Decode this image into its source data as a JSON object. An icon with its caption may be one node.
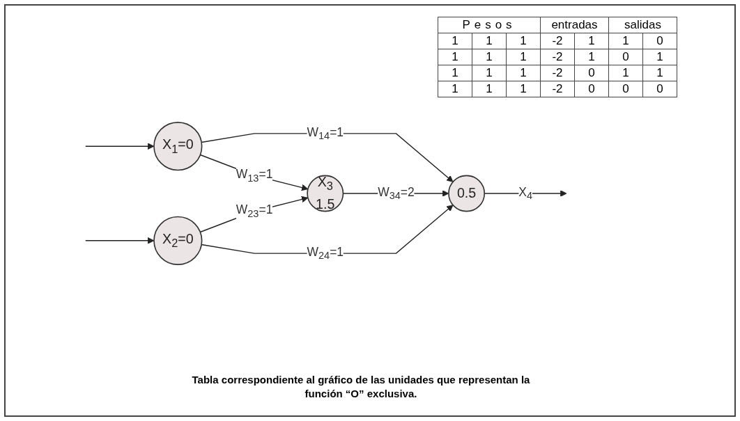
{
  "diagram": {
    "caption": "Tabla correspondiente al gráfico de las unidades que representan la función “O” exclusiva.",
    "nodes": [
      {
        "text": [
          "X$_{1}$=0"
        ]
      },
      {
        "text": [
          "X$_{2}$=0"
        ]
      },
      {
        "text": [
          "X$_{3}$",
          "1.5"
        ]
      },
      {
        "text": [
          "0.5"
        ]
      }
    ],
    "edges": [
      {
        "from": null,
        "to": 0,
        "arrow": "to"
      },
      {
        "from": null,
        "to": 1,
        "arrow": "to"
      },
      {
        "from": 0,
        "to": 2,
        "arrow": "to",
        "label": "W$_{13}$=1"
      },
      {
        "from": 0,
        "to": 3,
        "arrow": "to",
        "label": "W$_{14}$=1"
      },
      {
        "from": 2,
        "to": 3,
        "arrow": "to",
        "label": "W$_{34}$=2"
      },
      {
        "from": 1,
        "to": 2,
        "arrow": "to",
        "label": "W$_{23}$=1"
      },
      {
        "from": 1,
        "to": 3,
        "arrow": "to",
        "label": "W$_{24}$=1"
      },
      {
        "from": 3,
        "to": null,
        "arrow": "to",
        "label": "X$_{4}$"
      }
    ],
    "labels": [
      "Pesos",
      "entradas",
      "salidas",
      "1",
      "1",
      "1",
      "-2",
      "1",
      "1",
      "0",
      "1",
      "1",
      "1",
      "-2",
      "1",
      "0",
      "1",
      "1",
      "1",
      "1",
      "-2",
      "0",
      "1",
      "1",
      "1",
      "1",
      "1",
      "-2",
      "0",
      "0",
      "0"
    ]
  }
}
